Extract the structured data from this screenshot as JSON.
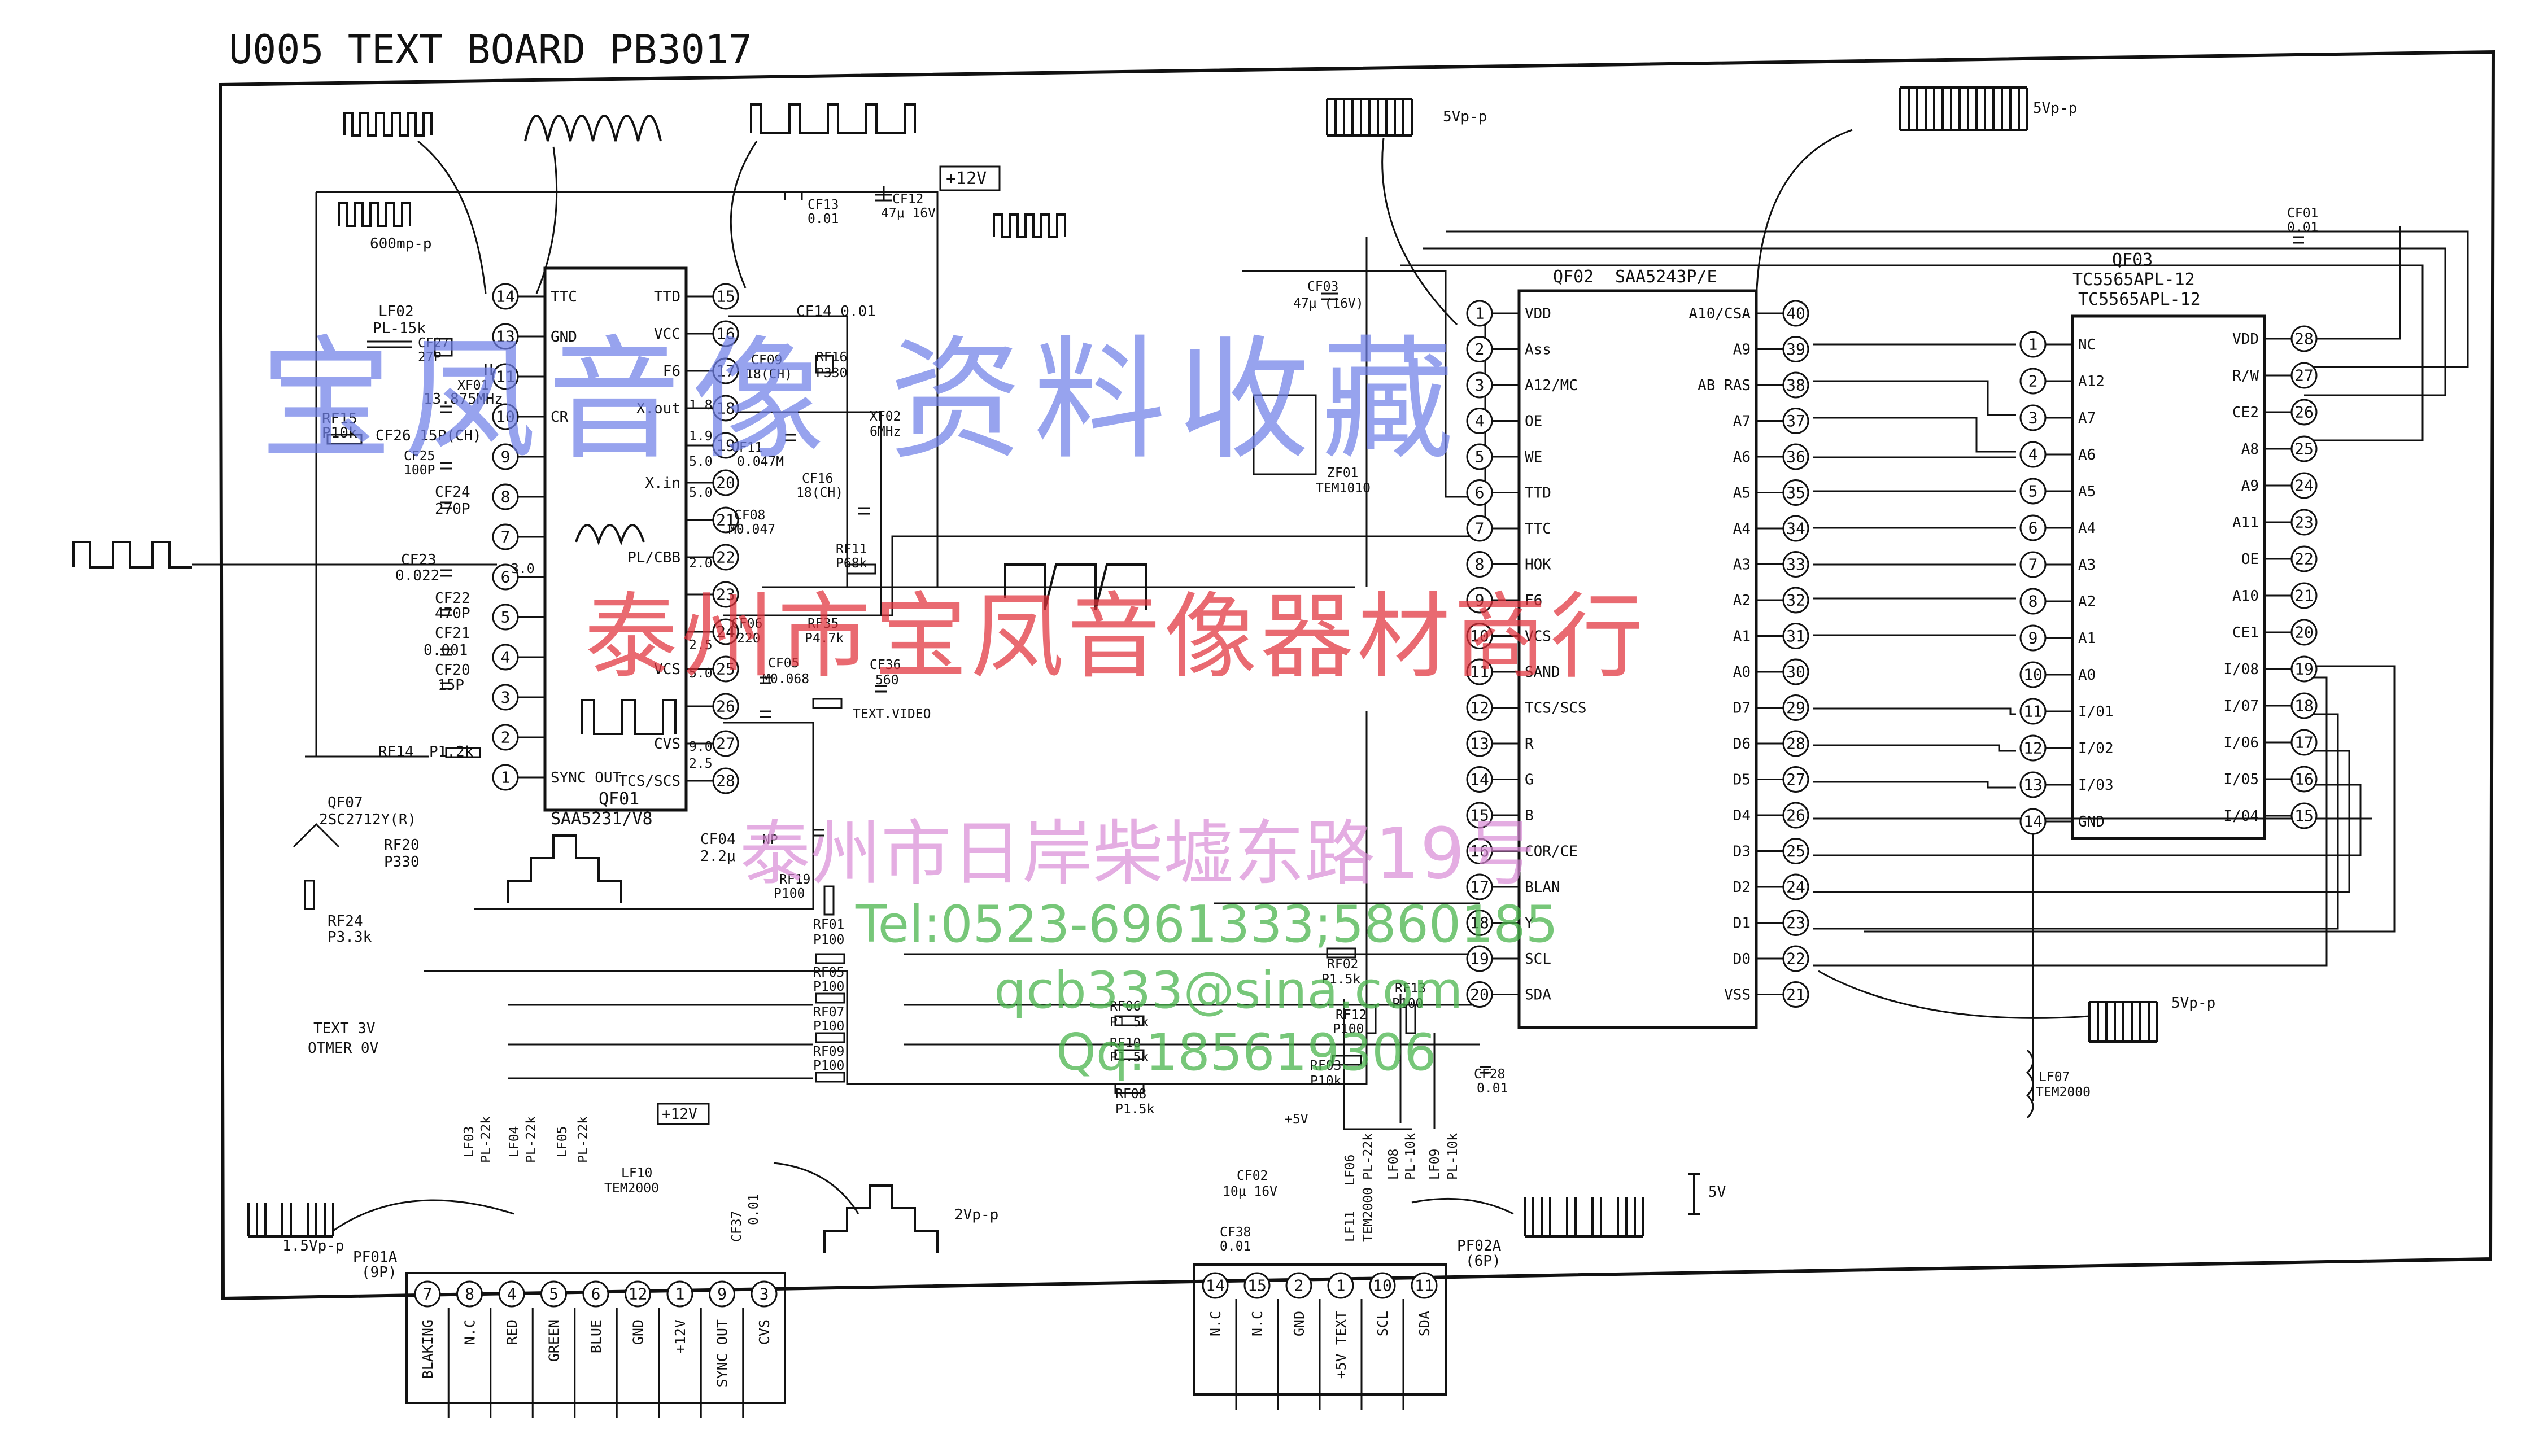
{
  "title": "U005 TEXT BOARD PB3017",
  "supply": "+12V",
  "chips": {
    "qf01": {
      "ref": "QF01",
      "part": "SAA5231/V8",
      "left": [
        {
          "pin": "14",
          "label": "TTC"
        },
        {
          "pin": "13",
          "label": "GND"
        },
        {
          "pin": "11",
          "label": ""
        },
        {
          "pin": "10",
          "label": "CR"
        },
        {
          "pin": "9",
          "label": ""
        },
        {
          "pin": "8",
          "label": ""
        },
        {
          "pin": "7",
          "label": ""
        },
        {
          "pin": "6",
          "label": ""
        },
        {
          "pin": "5",
          "label": ""
        },
        {
          "pin": "4",
          "label": ""
        },
        {
          "pin": "3",
          "label": ""
        },
        {
          "pin": "2",
          "label": ""
        },
        {
          "pin": "1",
          "label": "SYNC OUT"
        }
      ],
      "right": [
        {
          "pin": "15",
          "label": "TTD"
        },
        {
          "pin": "16",
          "label": "VCC"
        },
        {
          "pin": "17",
          "label": "F6"
        },
        {
          "pin": "18",
          "label": "X.out"
        },
        {
          "pin": "19",
          "label": ""
        },
        {
          "pin": "20",
          "label": "X.in"
        },
        {
          "pin": "21",
          "label": ""
        },
        {
          "pin": "22",
          "label": "PL/CBB"
        },
        {
          "pin": "23",
          "label": ""
        },
        {
          "pin": "24",
          "label": ""
        },
        {
          "pin": "25",
          "label": "VCS"
        },
        {
          "pin": "26",
          "label": ""
        },
        {
          "pin": "27",
          "label": "CVS"
        },
        {
          "pin": "28",
          "label": "TCS/SCS"
        }
      ]
    },
    "qf02": {
      "ref": "QF02",
      "part": "SAA5243P/E",
      "left": [
        {
          "pin": "1",
          "label": "VDD"
        },
        {
          "pin": "2",
          "label": "Ass"
        },
        {
          "pin": "3",
          "label": "A12/MC"
        },
        {
          "pin": "4",
          "label": "OE"
        },
        {
          "pin": "5",
          "label": "WE"
        },
        {
          "pin": "6",
          "label": "TTD"
        },
        {
          "pin": "7",
          "label": "TTC"
        },
        {
          "pin": "8",
          "label": "HOK"
        },
        {
          "pin": "9",
          "label": "F6"
        },
        {
          "pin": "10",
          "label": "VCS"
        },
        {
          "pin": "11",
          "label": "SAND"
        },
        {
          "pin": "12",
          "label": "TCS/SCS"
        },
        {
          "pin": "13",
          "label": "R"
        },
        {
          "pin": "14",
          "label": "G"
        },
        {
          "pin": "15",
          "label": "B"
        },
        {
          "pin": "16",
          "label": "COR/CE"
        },
        {
          "pin": "17",
          "label": "BLAN"
        },
        {
          "pin": "18",
          "label": "Y"
        },
        {
          "pin": "19",
          "label": "SCL"
        },
        {
          "pin": "20",
          "label": "SDA"
        }
      ],
      "right": [
        {
          "pin": "40",
          "label": "A10/CSA"
        },
        {
          "pin": "39",
          "label": "A9"
        },
        {
          "pin": "38",
          "label": "AB RAS"
        },
        {
          "pin": "37",
          "label": "A7"
        },
        {
          "pin": "36",
          "label": "A6"
        },
        {
          "pin": "35",
          "label": "A5"
        },
        {
          "pin": "34",
          "label": "A4"
        },
        {
          "pin": "33",
          "label": "A3"
        },
        {
          "pin": "32",
          "label": "A2"
        },
        {
          "pin": "31",
          "label": "A1"
        },
        {
          "pin": "30",
          "label": "A0"
        },
        {
          "pin": "29",
          "label": "D7"
        },
        {
          "pin": "28",
          "label": "D6"
        },
        {
          "pin": "27",
          "label": "D5"
        },
        {
          "pin": "26",
          "label": "D4"
        },
        {
          "pin": "25",
          "label": "D3"
        },
        {
          "pin": "24",
          "label": "D2"
        },
        {
          "pin": "23",
          "label": "D1"
        },
        {
          "pin": "22",
          "label": "D0"
        },
        {
          "pin": "21",
          "label": "VSS"
        }
      ]
    },
    "qf03": {
      "ref": "QF03",
      "part": "TC5565APL-12",
      "left": [
        {
          "pin": "1",
          "label": "NC"
        },
        {
          "pin": "2",
          "label": "A12"
        },
        {
          "pin": "3",
          "label": "A7"
        },
        {
          "pin": "4",
          "label": "A6"
        },
        {
          "pin": "5",
          "label": "A5"
        },
        {
          "pin": "6",
          "label": "A4"
        },
        {
          "pin": "7",
          "label": "A3"
        },
        {
          "pin": "8",
          "label": "A2"
        },
        {
          "pin": "9",
          "label": "A1"
        },
        {
          "pin": "10",
          "label": "A0"
        },
        {
          "pin": "11",
          "label": "I/01"
        },
        {
          "pin": "12",
          "label": "I/02"
        },
        {
          "pin": "13",
          "label": "I/03"
        },
        {
          "pin": "14",
          "label": "GND"
        }
      ],
      "right": [
        {
          "pin": "28",
          "label": "VDD"
        },
        {
          "pin": "27",
          "label": "R/W"
        },
        {
          "pin": "26",
          "label": "CE2"
        },
        {
          "pin": "25",
          "label": "A8"
        },
        {
          "pin": "24",
          "label": "A9"
        },
        {
          "pin": "23",
          "label": "A11"
        },
        {
          "pin": "22",
          "label": "OE"
        },
        {
          "pin": "21",
          "label": "A10"
        },
        {
          "pin": "20",
          "label": "CE1"
        },
        {
          "pin": "19",
          "label": "I/08"
        },
        {
          "pin": "18",
          "label": "I/07"
        },
        {
          "pin": "17",
          "label": "I/06"
        },
        {
          "pin": "16",
          "label": "I/05"
        },
        {
          "pin": "15",
          "label": "I/04"
        }
      ]
    }
  },
  "components": {
    "lf02": "LF02",
    "lf02v": "PL-15k",
    "cf27": "CF27",
    "cf27v": "27P",
    "xf01": "XF01",
    "xf01v": "13.875MHz",
    "rf15": "RF15",
    "rf15v": "P10k",
    "cf26": "CF26 15P(CH)",
    "cf25": "CF25",
    "cf25v": "100P",
    "cf24": "CF24",
    "cf24v": "270P",
    "cf23": "CF23",
    "cf23v": "0.022",
    "cf22": "CF22",
    "cf22v": "470P",
    "cf21": "CF21",
    "cf21v": "0.001",
    "cf20": "CF20",
    "cf20v": "15P",
    "rf14": "RF14",
    "rf14v": "P1.2k",
    "cf13": "CF13",
    "cf13v": "0.01",
    "cf12": "CF12",
    "cf12v": "47μ 16V",
    "cf14": "CF14  0.01",
    "cf09": "CF09",
    "cf09v": "18(CH)",
    "rf16": "RF16",
    "rf16v": "P330",
    "xf02": "XF02",
    "xf02v": "6MHz",
    "cf11": "CF11",
    "cf11v": "0.047M",
    "cf16": "CF16",
    "cf16v": "18(CH)",
    "cf08": "CF08",
    "cf08v": "M0.047",
    "rf11": "RF11",
    "rf11v": "P68k",
    "cf06": "CF06",
    "cf06v": "220",
    "rf35": "RF35",
    "rf35v": "P4.7k",
    "cf05": "CF05",
    "cf05v": "M0.068",
    "cf36": "CF36",
    "cf36v": "560",
    "qf07": "QF07",
    "qf07v": "2SC2712Y(R)",
    "rf20": "RF20",
    "rf20v": "P330",
    "rf24": "RF24",
    "rf24v": "P3.3k",
    "cf04": "CF04",
    "cf04v": "2.2μ",
    "np": "NP",
    "rf19": "RF19",
    "rf19v": "P100",
    "rf01": "RF01",
    "rf01v": "P100",
    "rf05": "RF05",
    "rf05v": "P100",
    "rf07": "RF07",
    "rf07v": "P100",
    "rf09": "RF09",
    "rf09v": "P100",
    "rf06": "RF06",
    "rf06v": "P1.5k",
    "rf10": "RF10",
    "rf10v": "P1.5k",
    "rf08": "RF08",
    "rf08v": "P1.5k",
    "rf02": "RF02",
    "rf02v": "P1.5k",
    "rf12": "RF12",
    "rf12v": "P100",
    "rf13": "RF13",
    "rf13v": "P100",
    "rf03": "RF03",
    "rf03v": "P10k",
    "cf28": "CF28",
    "cf28v": "0.01",
    "cf03": "CF03",
    "cf03v": "47μ (16V)",
    "zf01": "ZF01",
    "tem1010": "TEM1010",
    "cf01": "CF01",
    "cf01v": "0.01",
    "lf07": "LF07",
    "lf07v": "TEM2000",
    "lf03": "LF03",
    "lf03v": "PL-22k",
    "lf04": "LF04",
    "lf04v": "PL-22k",
    "lf05": "LF05",
    "lf05v": "PL-22k",
    "lf10": "LF10",
    "lf10v": "TEM2000",
    "cf37": "CF37",
    "cf37v": "0.01",
    "cf02": "CF02",
    "cf02v": "10μ 16V",
    "lf06": "LF06",
    "lf06v": "PL-22k",
    "lf11": "LF11",
    "lf11v": "TEM2000",
    "lf08": "LF08",
    "lf08v": "PL-10k",
    "lf09": "LF09",
    "lf09v": "PL-10k",
    "cf38": "CF38",
    "cf38v": "0.01",
    "p5v": "+5V",
    "p12v": "+12V",
    "textvideo": "TEXT.VIDEO"
  },
  "annotations": {
    "amp600": "600mp-p",
    "vp5a": "5Vp-p",
    "vp5b": "5Vp-p",
    "vp5c": "5Vp-p",
    "vp15": "1.5Vp-p",
    "vp2": "2Vp-p",
    "v5": "5V",
    "text3v": "TEXT  3V",
    "otmer": "OTMER  0V",
    "v30": "3.0",
    "v50a": "5.0",
    "v50b": "5.0",
    "v50c": "5.0",
    "v20": "2.0",
    "v90": "9.0",
    "v25": "2.5",
    "d18": "1.8",
    "d19": "1.9",
    "d25": "2.5"
  },
  "connectors": {
    "pf01a": {
      "ref": "PF01A",
      "count": "(9P)",
      "pins": [
        "7",
        "8",
        "4",
        "5",
        "6",
        "12",
        "1",
        "9",
        "3"
      ],
      "labels": [
        "BLAKING",
        "N.C",
        "RED",
        "GREEN",
        "BLUE",
        "GND",
        "+12V",
        "SYNC OUT",
        "CVS"
      ]
    },
    "pf02a": {
      "ref": "PF02A",
      "count": "(6P)",
      "pins": [
        "14",
        "15",
        "2",
        "1",
        "10",
        "11"
      ],
      "labels": [
        "N.C",
        "N.C",
        "GND",
        "+5V TEXT",
        "SCL",
        "SDA"
      ]
    }
  },
  "watermarks": {
    "big": "宝凤音像  资料收藏",
    "company": "泰州市宝凤音像器材商行",
    "address": "泰州市日岸柴墟东路19号",
    "tel": "Tel:0523-6961333;5860185",
    "email": "qcb333@sina.com",
    "qq": "Qq:185619306"
  },
  "colors": {
    "ink": "#111111",
    "wm_blue": "#6f7fe8",
    "wm_red": "#e0303a",
    "wm_pink": "#d98ad6",
    "wm_green": "#49b44c"
  }
}
